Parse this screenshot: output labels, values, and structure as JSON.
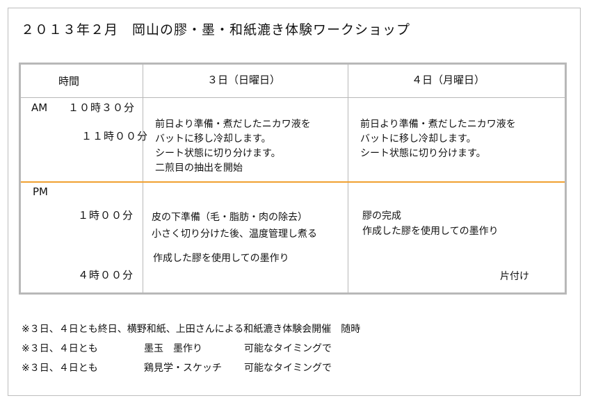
{
  "title": "２０１３年２月　岡山の膠・墨・和紙漉き体験ワークショップ",
  "table": {
    "headers": {
      "time": "時間",
      "day3": "３日（日曜日）",
      "day4": "４日（月曜日）"
    },
    "am": {
      "label": "AM",
      "time1": "１０時３０分",
      "time2": "１１時００分",
      "day3": [
        "前日より準備・煮だしたニカワ液を",
        "バットに移し冷却します。",
        "シート状態に切り分けます。",
        "二煎目の抽出を開始"
      ],
      "day4": [
        "前日より準備・煮だしたニカワ液を",
        "バットに移し冷却します。",
        "シート状態に切り分けます。"
      ]
    },
    "pm": {
      "label": "PM",
      "time1": "１時００分",
      "time2": "４時００分",
      "day3_line1": "皮の下準備（毛・脂肪・肉の除去）",
      "day3_line2": "小さく切り分けた後、温度管理し煮る",
      "day3_line3": "作成した膠を使用しての墨作り",
      "day4_line1": "膠の完成",
      "day4_line2": "作成した膠を使用しての墨作り",
      "day4_end": "片付け"
    }
  },
  "notes": [
    {
      "a": "※３日、４日とも終日、横野和紙、上田さんによる和紙漉き体験会開催　随時",
      "b": "",
      "c": ""
    },
    {
      "a": "※３日、４日とも",
      "b": "墨玉　墨作り",
      "c": "可能なタイミングで"
    },
    {
      "a": "※３日、４日とも",
      "b": "鶏見学・スケッチ",
      "c": "可能なタイミングで"
    }
  ]
}
